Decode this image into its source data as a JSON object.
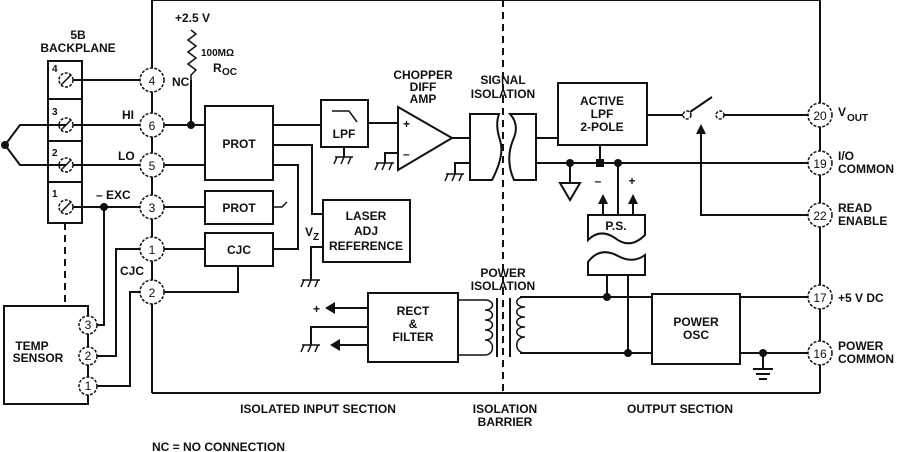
{
  "diagram": {
    "type": "block-diagram",
    "backplane": {
      "title_line1": "5B",
      "title_line2": "BACKPLANE",
      "terminals": [
        "4",
        "3",
        "2",
        "1"
      ]
    },
    "supply": {
      "voltage": "+2.5 V",
      "resistor_value": "100MΩ",
      "resistor_name": "R",
      "resistor_sub": "OC",
      "nc": "NC"
    },
    "input_pins": [
      {
        "num": "4",
        "label": ""
      },
      {
        "num": "6",
        "label": "HI"
      },
      {
        "num": "5",
        "label": "LO"
      },
      {
        "num": "3",
        "label": "– EXC"
      },
      {
        "num": "1",
        "label": ""
      },
      {
        "num": "2",
        "label": ""
      }
    ],
    "cjc_label": "CJC",
    "blocks": {
      "prot1": "PROT",
      "prot2": "PROT",
      "cjc": "CJC",
      "lpf": "LPF",
      "laser": [
        "LASER",
        "ADJ",
        "REFERENCE"
      ],
      "vz": "V",
      "vz_sub": "Z",
      "amp_title": [
        "CHOPPER",
        "DIFF",
        "AMP"
      ],
      "amp_plus": "+",
      "amp_minus": "–",
      "signal_iso": [
        "SIGNAL",
        "ISOLATION"
      ],
      "active_lpf": [
        "ACTIVE",
        "LPF",
        "2-POLE"
      ],
      "ps": "P.S.",
      "ps_minus": "–",
      "ps_plus": "+",
      "rect": [
        "RECT",
        "&",
        "FILTER"
      ],
      "rect_plus": "+",
      "power_iso": [
        "POWER",
        "ISOLATION"
      ],
      "power_osc": [
        "POWER",
        "OSC"
      ]
    },
    "temp_sensor": {
      "label_line1": "TEMP",
      "label_line2": "SENSOR",
      "pins": [
        "3",
        "2",
        "1"
      ]
    },
    "output_pins": [
      {
        "num": "20",
        "label": "V",
        "sub": "OUT"
      },
      {
        "num": "19",
        "label": "I/O",
        "label2": "COMMON"
      },
      {
        "num": "22",
        "label": "READ",
        "label2": "ENABLE"
      },
      {
        "num": "17",
        "label": "+5 V DC"
      },
      {
        "num": "16",
        "label": "POWER",
        "label2": "COMMON"
      }
    ],
    "sections": {
      "input": "ISOLATED INPUT SECTION",
      "barrier_line1": "ISOLATION",
      "barrier_line2": "BARRIER",
      "output": "OUTPUT SECTION"
    },
    "footnote": "NC = NO CONNECTION"
  }
}
